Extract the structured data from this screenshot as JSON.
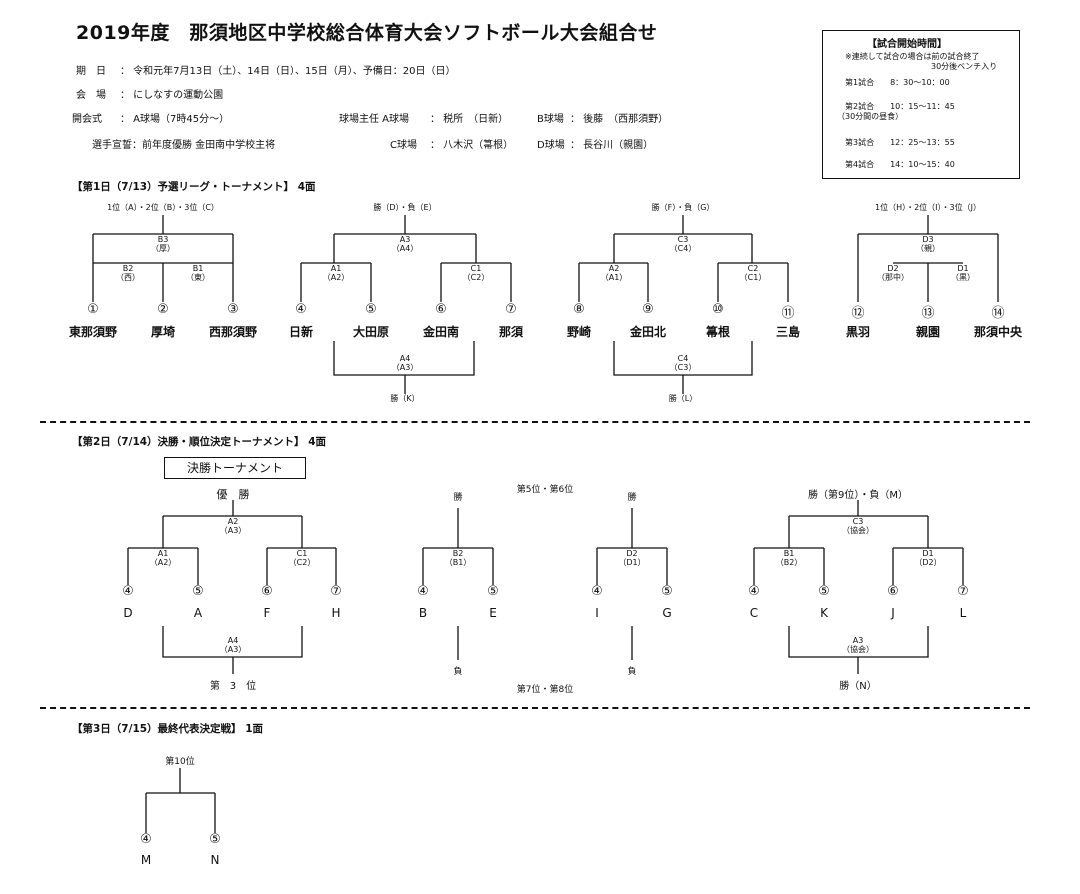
{
  "title": "2019年度　那須地区中学校総合体育大会ソフトボール大会組合せ",
  "info": {
    "period_label": "期　日",
    "period_value": "：  令和元年7月13日（土）、14日（日）、15日（月）、予備日：20日（日）",
    "venue_label": "会　場",
    "venue_value": "：  にしなすの運動公園",
    "opening_label": "開会式",
    "opening_value": "：  A球場（7時45分～）",
    "oath": "選手宣誓：前年度優勝  金田南中学校主将",
    "umpire_label": "球場主任  A球場",
    "umpire_a": "：  税所　（日新）",
    "umpire_b_label": "B球場",
    "umpire_b": "：  後藤　（西那須野）",
    "umpire_c_label": "C球場",
    "umpire_c": "：  八木沢（箒根）",
    "umpire_d_label": "D球場",
    "umpire_d": "：  長谷川（親園）"
  },
  "times": {
    "header": "【試合開始時間】",
    "note1": "※連続して試合の場合は前の試合終了",
    "note2": "30分後ベンチ入り",
    "g1": "第1試合　　8：30～10：00",
    "g2": "第2試合　　10：15～11：45",
    "g2_note": "（30分間の昼食）",
    "g3": "第3試合　　12：25～13：55",
    "g4": "第4試合　　14：10～15：40"
  },
  "day1": {
    "header": "【第1日（7/13）予選リーグ・トーナメント】 4面",
    "top_a": "1位（A）・2位（B）・3位（C）",
    "top_b": "勝（D）・負（E）",
    "top_c": "勝（F）・負（G）",
    "top_d": "1位（H）・2位（I）・3位（J）",
    "b3": "B3",
    "b3s": "（厚）",
    "b2": "B2",
    "b2s": "（西）",
    "b1": "B1",
    "b1s": "（東）",
    "a3": "A3",
    "a3s": "（A4）",
    "a1": "A1",
    "a1s": "（A2）",
    "c1": "C1",
    "c1s": "（C2）",
    "c3": "C3",
    "c3s": "（C4）",
    "a2": "A2",
    "a2s": "（A1）",
    "c2": "C2",
    "c2s": "（C1）",
    "d3": "D3",
    "d3s": "（親）",
    "d2": "D2",
    "d2s": "（那中）",
    "d1": "D1",
    "d1s": "（黒）",
    "a4": "A4",
    "a4s": "（A3）",
    "c4": "C4",
    "c4s": "（C3）",
    "win_k": "勝（K）",
    "win_l": "勝（L）",
    "nums": [
      "①",
      "②",
      "③",
      "④",
      "⑤",
      "⑥",
      "⑦",
      "⑧",
      "⑨",
      "⑩",
      "⑪",
      "⑫",
      "⑬",
      "⑭"
    ],
    "teams": [
      "東那須野",
      "厚埼",
      "西那須野",
      "日新",
      "大田原",
      "金田南",
      "那須",
      "野崎",
      "金田北",
      "箒根",
      "三島",
      "黒羽",
      "親園",
      "那須中央"
    ]
  },
  "day2": {
    "header": "【第2日（7/14）決勝・順位決定トーナメント】 4面",
    "final_box": "決勝トーナメント",
    "champion": "優　勝",
    "third": "第　3　位",
    "fifth_sixth": "第5位・第6位",
    "seventh_eighth": "第7位・第8位",
    "win": "勝",
    "lose": "負",
    "top_right": "勝（第9位）・負（M）",
    "win_n": "勝（N）",
    "a2": "A2",
    "a2s": "（A3）",
    "a1": "A1",
    "a1s": "（A2）",
    "c1": "C1",
    "c1s": "（C2）",
    "a4": "A4",
    "a4s": "（A3）",
    "b2": "B2",
    "b2s": "（B1）",
    "d2": "D2",
    "d2s": "（D1）",
    "c3": "C3",
    "c3s": "（協会）",
    "b1": "B1",
    "b1s": "（B2）",
    "d1": "D1",
    "d1s": "（D2）",
    "a3": "A3",
    "a3s": "（協会）",
    "nums": [
      "④",
      "⑤",
      "⑥",
      "⑦",
      "④",
      "⑤",
      "④",
      "⑤",
      "④",
      "⑤",
      "⑥",
      "⑦"
    ],
    "letters": [
      "D",
      "A",
      "F",
      "H",
      "B",
      "E",
      "I",
      "G",
      "C",
      "K",
      "J",
      "L"
    ]
  },
  "day3": {
    "header": "【第3日（7/15）最終代表決定戦】 1面",
    "tenth": "第10位",
    "nums": [
      "④",
      "⑤"
    ],
    "letters": [
      "M",
      "N"
    ]
  }
}
